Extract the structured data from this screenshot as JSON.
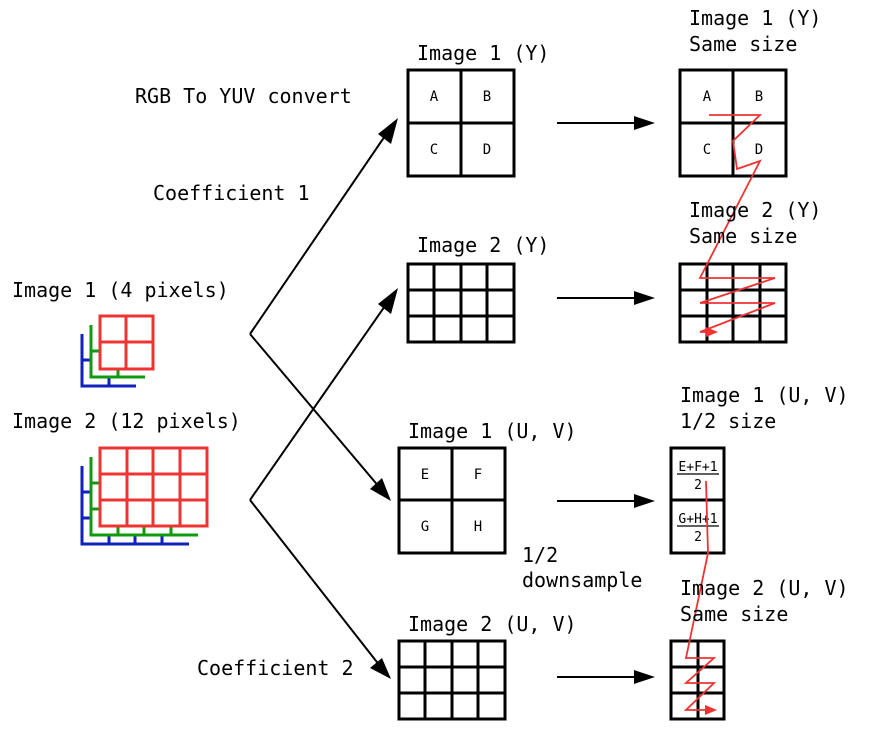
{
  "labels": {
    "img1_y": "Image 1 (Y)",
    "img1_y_out_line1": "Image 1 (Y)",
    "img1_y_out_line2": "Same size",
    "rgb_to_yuv": "RGB To YUV convert",
    "coefficient_1": "Coefficient 1",
    "img2_y": "Image 2 (Y)",
    "img2_y_out_line1": "Image 2 (Y)",
    "img2_y_out_line2": "Same size",
    "input_img1": "Image 1 (4 pixels)",
    "input_img2": "Image 2 (12 pixels)",
    "img1_uv": "Image 1 (U, V)",
    "img1_uv_out_line1": "Image 1 (U, V)",
    "img1_uv_out_line2": "1/2 size",
    "downsample_line1": "1/2",
    "downsample_line2": "downsample",
    "img2_uv_out_line1": "Image 2 (U, V)",
    "img2_uv_out_line2": "Same size",
    "img2_uv": "Image 2 (U, V)",
    "coefficient_2": "Coefficient 2"
  },
  "cells": {
    "y1": [
      "A",
      "B",
      "C",
      "D"
    ],
    "y1_out": [
      "A",
      "B",
      "C",
      "D"
    ],
    "uv1": [
      "E",
      "F",
      "G",
      "H"
    ],
    "uv1_out_top_num": "E+F+1",
    "uv1_out_top_den": "2",
    "uv1_out_bot_num": "G+H+1",
    "uv1_out_bot_den": "2"
  },
  "colors": {
    "channel_r": "#ee3333",
    "channel_g": "#119911",
    "channel_b": "#1122bb",
    "scan_path": "#ee3333",
    "grid": "#000000"
  }
}
